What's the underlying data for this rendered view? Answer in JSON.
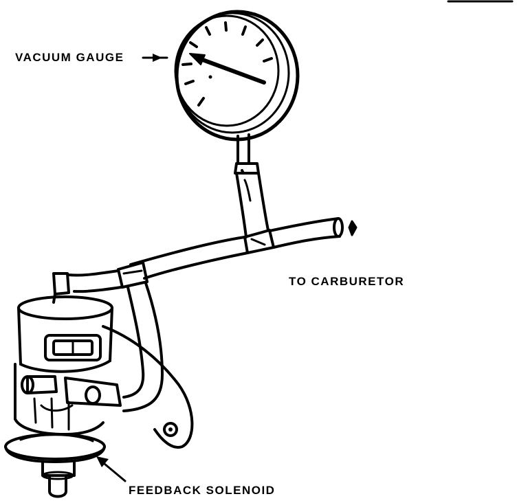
{
  "labels": {
    "vacuum_gauge": "VACUUM GAUGE",
    "to_carburetor": "TO CARBURETOR",
    "feedback_solenoid": "FEEDBACK SOLENOID"
  },
  "colors": {
    "ink": "#000000",
    "paper": "#ffffff"
  },
  "gauge": {
    "needle_state": "pointing left to low vacuum reading"
  }
}
